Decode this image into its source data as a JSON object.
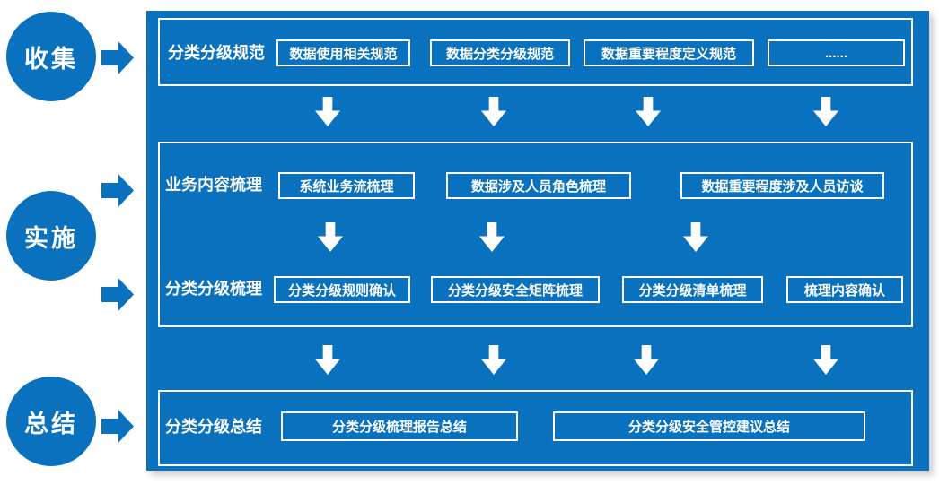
{
  "diagram": {
    "title_hint": "数据分类分级流程图",
    "colors": {
      "primary_blue": "#0A71BE",
      "box_border_white": "#FFFFFF",
      "text_white": "#FFFFFF"
    },
    "phases": [
      {
        "label": "收集"
      },
      {
        "label": "实施"
      },
      {
        "label": "总结"
      }
    ],
    "rows": [
      {
        "label": "分类分级规范",
        "boxes": [
          "数据使用相关规范",
          "数据分类分级规范",
          "数据重要程度定义规范",
          "......"
        ]
      },
      {
        "label": "业务内容梳理",
        "boxes": [
          "系统业务流梳理",
          "数据涉及人员角色梳理",
          "数据重要程度涉及人员访谈"
        ]
      },
      {
        "label": "分类分级梳理",
        "boxes": [
          "分类分级规则确认",
          "分类分级安全矩阵梳理",
          "分类分级清单梳理",
          "梳理内容确认"
        ]
      },
      {
        "label": "分类分级总结",
        "boxes": [
          "分类分级梳理报告总结",
          "分类分级安全管控建议总结"
        ]
      }
    ]
  }
}
